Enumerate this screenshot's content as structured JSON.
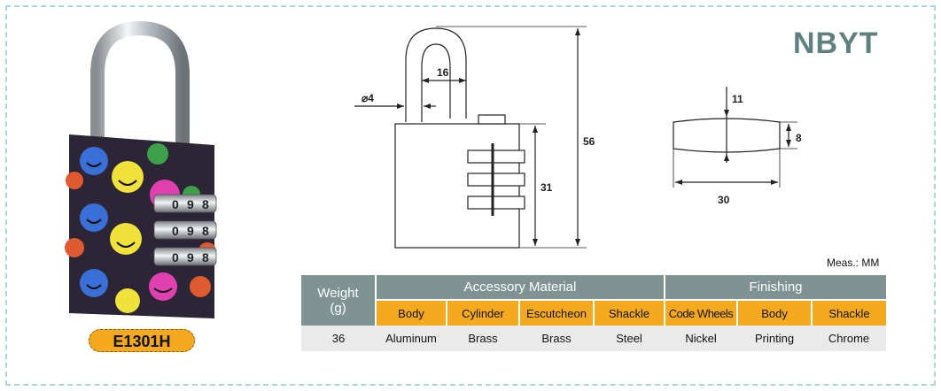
{
  "brand": "NBYT",
  "model": "E1301H",
  "drawing": {
    "dim_shackle_width": "16",
    "dim_shackle_diameter": "⌀4",
    "dim_total_height": "56",
    "dim_body_height": "31",
    "dim_top": "11",
    "dim_side": "8",
    "dim_body_width": "30"
  },
  "measure_unit": "Meas.: MM",
  "table": {
    "weight_header": "Weight",
    "weight_unit": "(g)",
    "accessory_header": "Accessory Material",
    "finishing_header": "Finishing",
    "sub_headers": [
      "Body",
      "Cylinder",
      "Escutcheon",
      "Shackle",
      "Code Wheels",
      "Body",
      "Shackle"
    ],
    "row": [
      "36",
      "Aluminum",
      "Brass",
      "Brass",
      "Steel",
      "Nickel",
      "Printing",
      "Chrome"
    ]
  },
  "code_digits": [
    "0",
    "9",
    "8"
  ],
  "colors": {
    "header_grey": "#7f9392",
    "header_orange": "#f4a91f",
    "brand": "#5f8081"
  }
}
